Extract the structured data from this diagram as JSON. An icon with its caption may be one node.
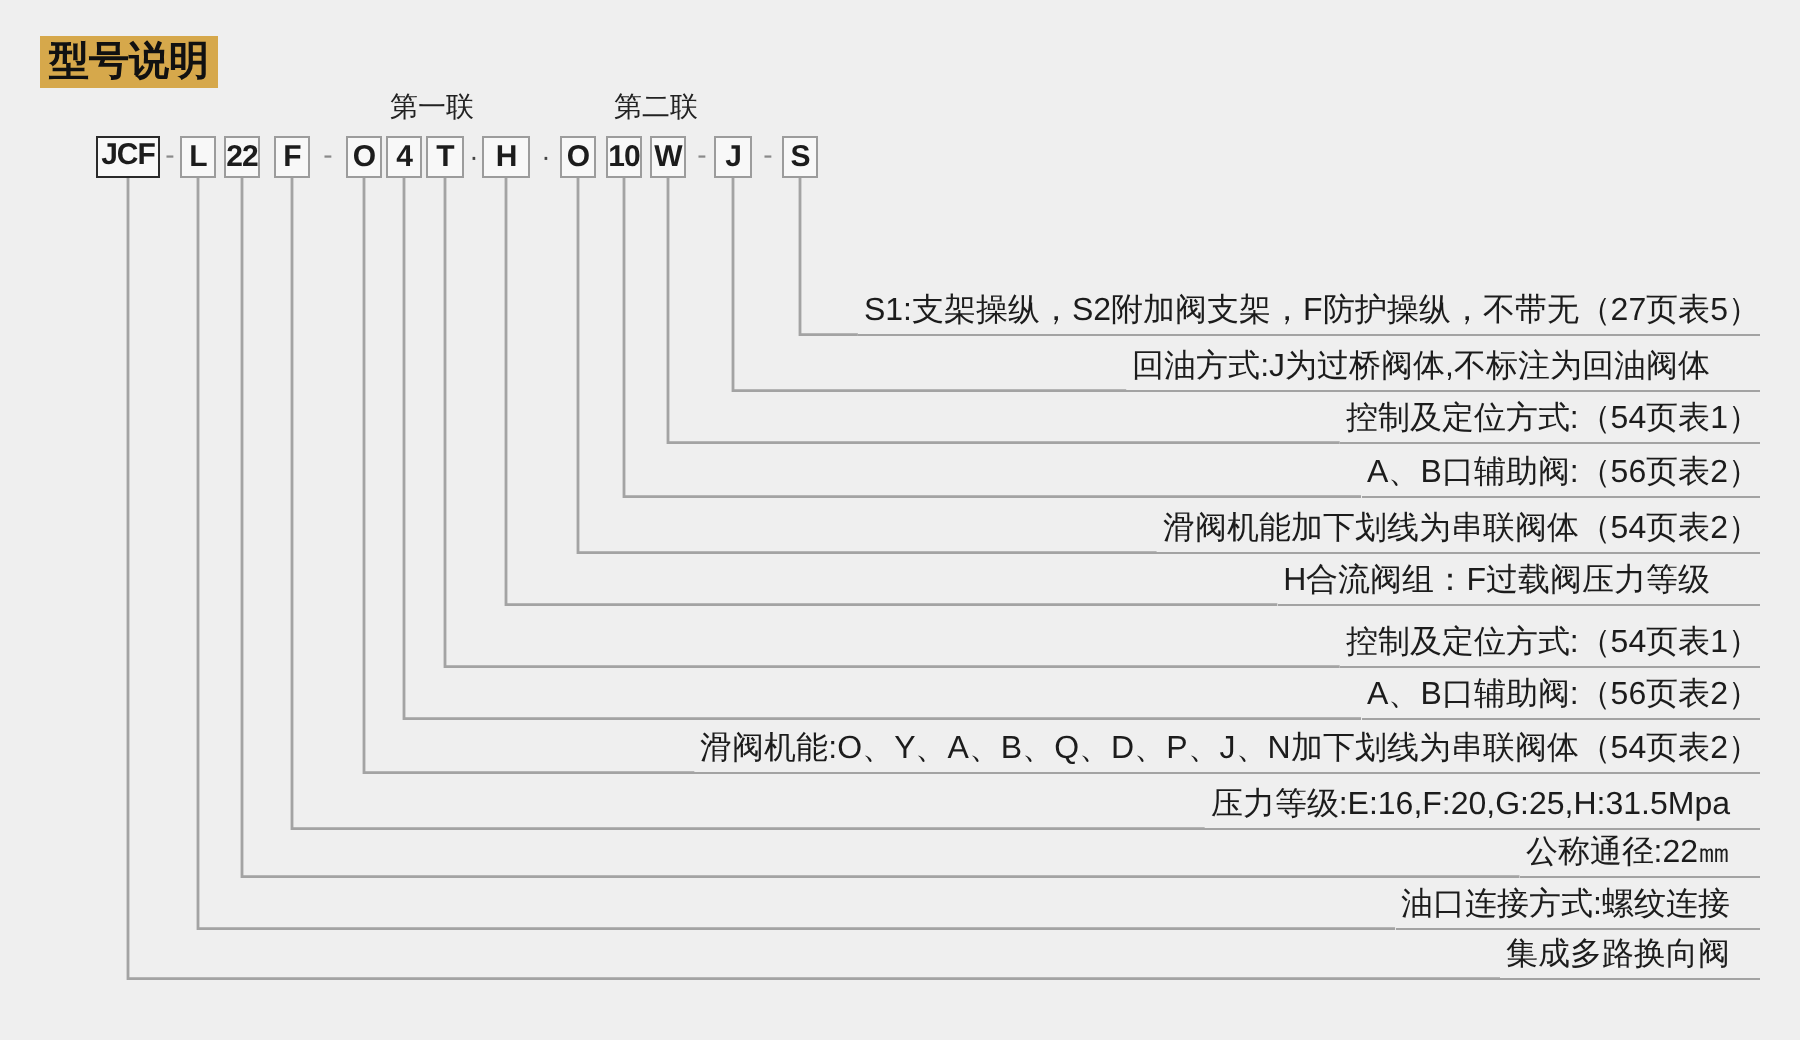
{
  "diagram": {
    "title": "型号说明",
    "nodes": [
      {
        "text": [
          "JCF"
        ]
      },
      {
        "text": [
          "L"
        ]
      },
      {
        "text": [
          "22"
        ]
      },
      {
        "text": [
          "F"
        ]
      },
      {
        "text": [
          "O"
        ]
      },
      {
        "text": [
          "4"
        ]
      },
      {
        "text": [
          "T"
        ]
      },
      {
        "text": [
          "H"
        ]
      },
      {
        "text": [
          "O"
        ]
      },
      {
        "text": [
          "10"
        ]
      },
      {
        "text": [
          "W"
        ]
      },
      {
        "text": [
          "J"
        ]
      },
      {
        "text": [
          "S"
        ]
      },
      {
        "text": [
          "S1:支架操纵，S2附加阀支架，F防护操纵，不带无（27页表5）"
        ]
      },
      {
        "text": [
          "回油方式:J为过桥阀体,不标注为回油阀体"
        ]
      },
      {
        "text": [
          "控制及定位方式:（54页表1）"
        ]
      },
      {
        "text": [
          "A、B口辅助阀:（56页表2）"
        ]
      },
      {
        "text": [
          "滑阀机能加下划线为串联阀体（54页表2）"
        ]
      },
      {
        "text": [
          "H合流阀组：F过载阀压力等级"
        ]
      },
      {
        "text": [
          "控制及定位方式:（54页表1）"
        ]
      },
      {
        "text": [
          "A、B口辅助阀:（56页表2）"
        ]
      },
      {
        "text": [
          "滑阀机能:O、Y、A、B、Q、D、P、J、N加下划线为串联阀体（54页表2）"
        ]
      },
      {
        "text": [
          "压力等级:E:16,F:20,G:25,H:31.5Mpa"
        ]
      },
      {
        "text": [
          "公称通径:22㎜"
        ]
      },
      {
        "text": [
          "油口连接方式:螺纹连接"
        ]
      },
      {
        "text": [
          "集成多路换向阀"
        ]
      }
    ],
    "edges": [
      {
        "from": 12,
        "to": 13,
        "arrow": "none"
      },
      {
        "from": 11,
        "to": 14,
        "arrow": "none"
      },
      {
        "from": 10,
        "to": 15,
        "arrow": "none"
      },
      {
        "from": 9,
        "to": 16,
        "arrow": "none"
      },
      {
        "from": 8,
        "to": 17,
        "arrow": "none"
      },
      {
        "from": 7,
        "to": 18,
        "arrow": "none"
      },
      {
        "from": 6,
        "to": 19,
        "arrow": "none"
      },
      {
        "from": 5,
        "to": 20,
        "arrow": "none"
      },
      {
        "from": 4,
        "to": 21,
        "arrow": "none"
      },
      {
        "from": 3,
        "to": 22,
        "arrow": "none"
      },
      {
        "from": 2,
        "to": 23,
        "arrow": "none"
      },
      {
        "from": 1,
        "to": 24,
        "arrow": "none"
      },
      {
        "from": 0,
        "to": 25,
        "arrow": "none"
      }
    ],
    "labels": [
      "第一联",
      "第二联",
      "-",
      "-",
      "·",
      "·",
      "-",
      "-"
    ]
  }
}
